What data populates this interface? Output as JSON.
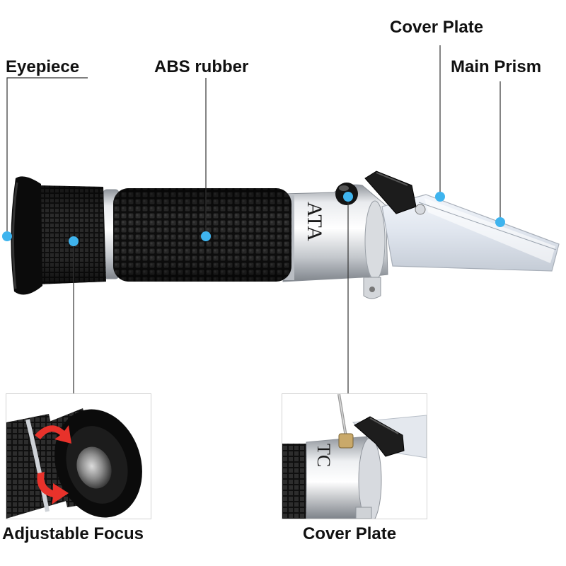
{
  "labels": {
    "eyepiece": "Eyepiece",
    "abs_rubber": "ABS rubber",
    "cover_plate_top": "Cover Plate",
    "main_prism": "Main Prism",
    "adjustable_focus": "Adjustable Focus",
    "cover_plate_bottom": "Cover Plate"
  },
  "engraving": {
    "main_body": "ATA",
    "inset_body": "TC"
  },
  "colors": {
    "callout_dot": "#3fb4ee",
    "callout_line": "#333333",
    "rubber": "#151515",
    "metal": "#c9ccd1",
    "rotate_arrow": "#e8322b"
  }
}
